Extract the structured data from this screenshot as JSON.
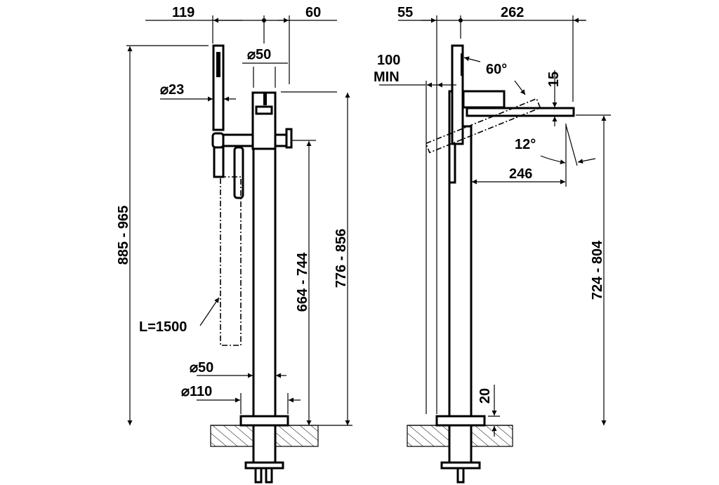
{
  "drawing": {
    "front_view": {
      "dim_top_left": "119",
      "dim_top_right": "60",
      "dia_body": "⌀50",
      "dia_handshower": "⌀23",
      "height_total": "885 - 965",
      "height_body": "776 - 856",
      "height_outlet": "664 - 744",
      "hose_length": "L=1500",
      "dia_column": "⌀50",
      "dia_base": "⌀110"
    },
    "side_view": {
      "dim_top_left": "55",
      "dim_top_right": "262",
      "clearance_value": "100",
      "clearance_unit": "MIN",
      "angle_handle": "60°",
      "spout_thickness": "15",
      "angle_spout": "12°",
      "spout_reach": "246",
      "height_spout": "724 - 804",
      "base_height": "20"
    }
  }
}
